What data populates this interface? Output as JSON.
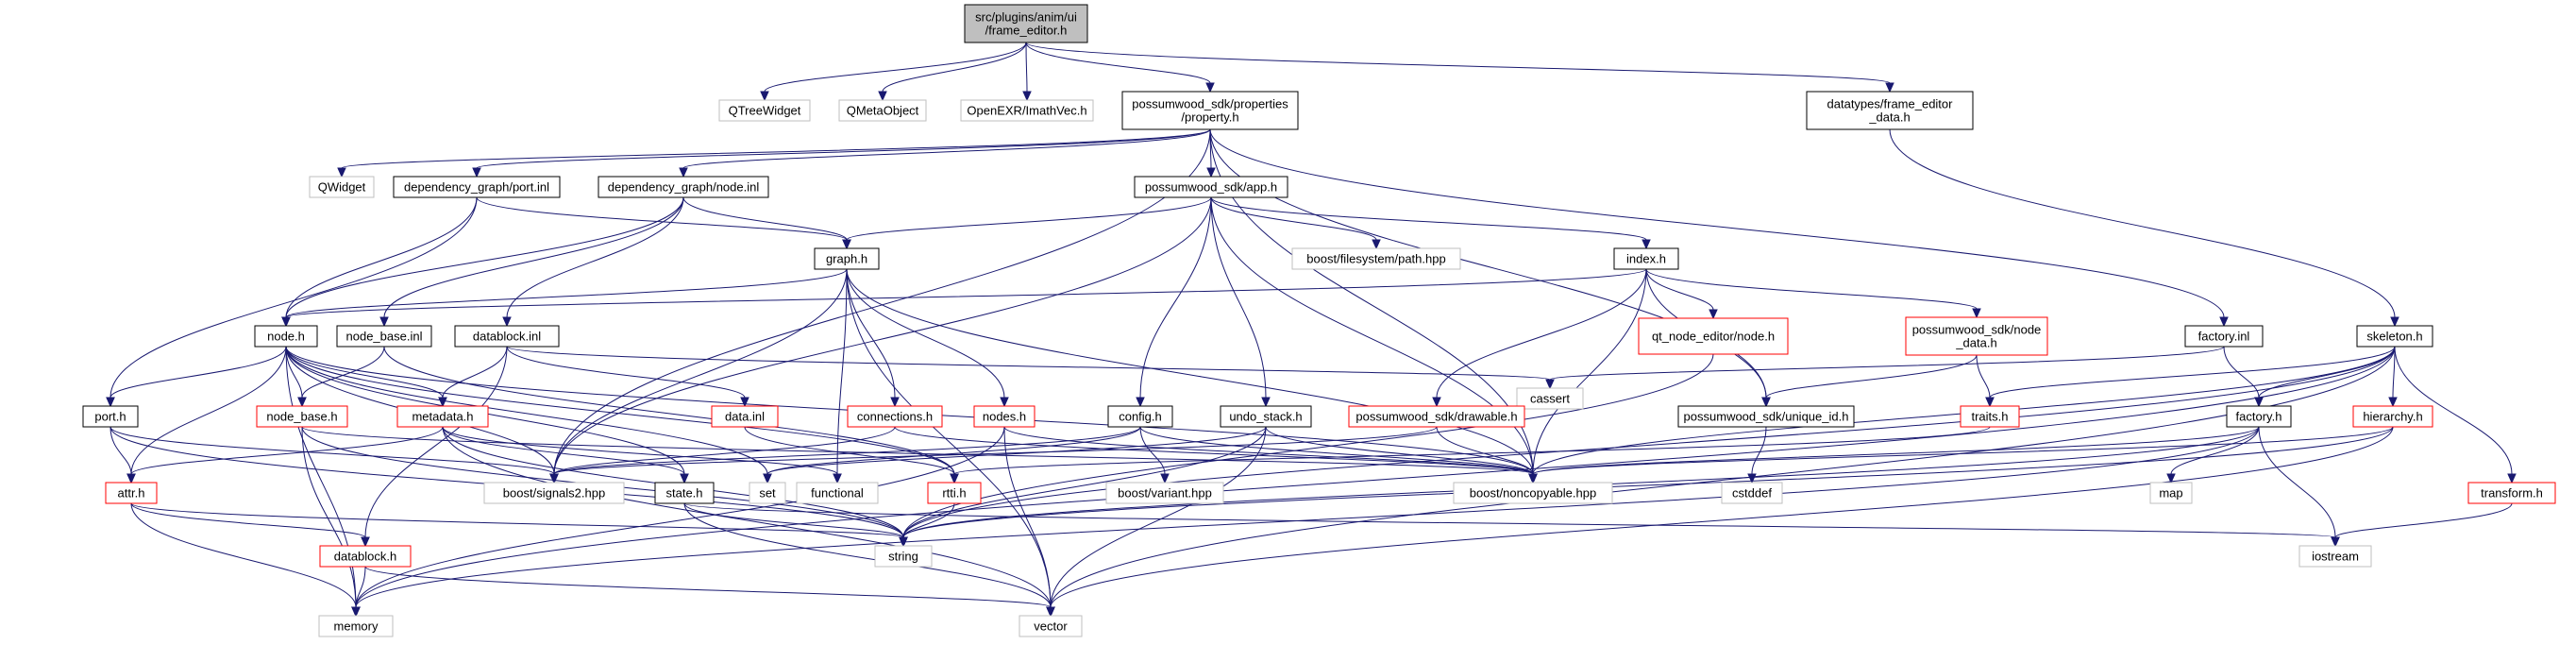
{
  "colors": {
    "background": "#ffffff",
    "edge": "#191970",
    "root_fill": "#bfbfbf",
    "node_fill": "#ffffff",
    "border_documented": "#000000",
    "border_incomplete": "#ff0000",
    "border_external": "#bfbfbf"
  },
  "nodes": [
    {
      "id": "frame_editor",
      "lines": [
        "src/plugins/anim/ui",
        "/frame_editor.h"
      ],
      "kind": "root"
    },
    {
      "id": "qtreewidget",
      "lines": [
        "QTreeWidget"
      ],
      "kind": "external"
    },
    {
      "id": "qmetaobject",
      "lines": [
        "QMetaObject"
      ],
      "kind": "external"
    },
    {
      "id": "imathvec",
      "lines": [
        "OpenEXR/ImathVec.h"
      ],
      "kind": "external"
    },
    {
      "id": "property_h",
      "lines": [
        "possumwood_sdk/properties",
        "/property.h"
      ],
      "kind": "documented"
    },
    {
      "id": "frame_editor_data",
      "lines": [
        "datatypes/frame_editor",
        "_data.h"
      ],
      "kind": "documented"
    },
    {
      "id": "qwidget",
      "lines": [
        "QWidget"
      ],
      "kind": "external"
    },
    {
      "id": "port_inl",
      "lines": [
        "dependency_graph/port.inl"
      ],
      "kind": "documented"
    },
    {
      "id": "node_inl",
      "lines": [
        "dependency_graph/node.inl"
      ],
      "kind": "documented"
    },
    {
      "id": "app_h",
      "lines": [
        "possumwood_sdk/app.h"
      ],
      "kind": "documented"
    },
    {
      "id": "graph_h",
      "lines": [
        "graph.h"
      ],
      "kind": "documented"
    },
    {
      "id": "fs_path",
      "lines": [
        "boost/filesystem/path.hpp"
      ],
      "kind": "external"
    },
    {
      "id": "index_h",
      "lines": [
        "index.h"
      ],
      "kind": "documented"
    },
    {
      "id": "node_h",
      "lines": [
        "node.h"
      ],
      "kind": "documented"
    },
    {
      "id": "node_base_inl",
      "lines": [
        "node_base.inl"
      ],
      "kind": "documented"
    },
    {
      "id": "datablock_inl",
      "lines": [
        "datablock.inl"
      ],
      "kind": "documented"
    },
    {
      "id": "qt_node_h",
      "lines": [
        "qt_node_editor/node.h"
      ],
      "kind": "incomplete"
    },
    {
      "id": "node_data_h",
      "lines": [
        "possumwood_sdk/node",
        "_data.h"
      ],
      "kind": "incomplete"
    },
    {
      "id": "factory_inl",
      "lines": [
        "factory.inl"
      ],
      "kind": "documented"
    },
    {
      "id": "skeleton_h",
      "lines": [
        "skeleton.h"
      ],
      "kind": "documented"
    },
    {
      "id": "cassert",
      "lines": [
        "cassert"
      ],
      "kind": "external"
    },
    {
      "id": "port_h",
      "lines": [
        "port.h"
      ],
      "kind": "documented"
    },
    {
      "id": "node_base_h",
      "lines": [
        "node_base.h"
      ],
      "kind": "incomplete"
    },
    {
      "id": "metadata_h",
      "lines": [
        "metadata.h"
      ],
      "kind": "incomplete"
    },
    {
      "id": "data_inl",
      "lines": [
        "data.inl"
      ],
      "kind": "incomplete"
    },
    {
      "id": "connections_h",
      "lines": [
        "connections.h"
      ],
      "kind": "incomplete"
    },
    {
      "id": "nodes_h",
      "lines": [
        "nodes.h"
      ],
      "kind": "incomplete"
    },
    {
      "id": "config_h",
      "lines": [
        "config.h"
      ],
      "kind": "documented"
    },
    {
      "id": "undo_stack_h",
      "lines": [
        "undo_stack.h"
      ],
      "kind": "documented"
    },
    {
      "id": "drawable_h",
      "lines": [
        "possumwood_sdk/drawable.h"
      ],
      "kind": "incomplete"
    },
    {
      "id": "unique_id_h",
      "lines": [
        "possumwood_sdk/unique_id.h"
      ],
      "kind": "documented"
    },
    {
      "id": "traits_h",
      "lines": [
        "traits.h"
      ],
      "kind": "incomplete"
    },
    {
      "id": "factory_h",
      "lines": [
        "factory.h"
      ],
      "kind": "documented"
    },
    {
      "id": "hierarchy_h",
      "lines": [
        "hierarchy.h"
      ],
      "kind": "incomplete"
    },
    {
      "id": "attr_h",
      "lines": [
        "attr.h"
      ],
      "kind": "incomplete"
    },
    {
      "id": "signals2",
      "lines": [
        "boost/signals2.hpp"
      ],
      "kind": "external"
    },
    {
      "id": "state_h",
      "lines": [
        "state.h"
      ],
      "kind": "documented"
    },
    {
      "id": "set",
      "lines": [
        "set"
      ],
      "kind": "external"
    },
    {
      "id": "functional",
      "lines": [
        "functional"
      ],
      "kind": "external"
    },
    {
      "id": "rtti_h",
      "lines": [
        "rtti.h"
      ],
      "kind": "incomplete"
    },
    {
      "id": "variant",
      "lines": [
        "boost/variant.hpp"
      ],
      "kind": "external"
    },
    {
      "id": "noncopyable",
      "lines": [
        "boost/noncopyable.hpp"
      ],
      "kind": "external"
    },
    {
      "id": "cstddef",
      "lines": [
        "cstddef"
      ],
      "kind": "external"
    },
    {
      "id": "map",
      "lines": [
        "map"
      ],
      "kind": "external"
    },
    {
      "id": "transform_h",
      "lines": [
        "transform.h"
      ],
      "kind": "incomplete"
    },
    {
      "id": "datablock_h",
      "lines": [
        "datablock.h"
      ],
      "kind": "incomplete"
    },
    {
      "id": "string",
      "lines": [
        "string"
      ],
      "kind": "external"
    },
    {
      "id": "iostream",
      "lines": [
        "iostream"
      ],
      "kind": "external"
    },
    {
      "id": "memory",
      "lines": [
        "memory"
      ],
      "kind": "external"
    },
    {
      "id": "vector",
      "lines": [
        "vector"
      ],
      "kind": "external"
    }
  ],
  "edges": [
    [
      "frame_editor",
      "qtreewidget"
    ],
    [
      "frame_editor",
      "qmetaobject"
    ],
    [
      "frame_editor",
      "imathvec"
    ],
    [
      "frame_editor",
      "property_h"
    ],
    [
      "frame_editor",
      "frame_editor_data"
    ],
    [
      "property_h",
      "qwidget"
    ],
    [
      "property_h",
      "port_inl"
    ],
    [
      "property_h",
      "node_inl"
    ],
    [
      "property_h",
      "app_h"
    ],
    [
      "property_h",
      "factory_inl"
    ],
    [
      "property_h",
      "signals2"
    ],
    [
      "property_h",
      "unique_id_h"
    ],
    [
      "property_h",
      "noncopyable"
    ],
    [
      "frame_editor_data",
      "skeleton_h"
    ],
    [
      "port_inl",
      "graph_h"
    ],
    [
      "port_inl",
      "node_h"
    ],
    [
      "port_inl",
      "port_h"
    ],
    [
      "node_inl",
      "graph_h"
    ],
    [
      "node_inl",
      "node_h"
    ],
    [
      "node_inl",
      "node_base_inl"
    ],
    [
      "node_inl",
      "datablock_inl"
    ],
    [
      "app_h",
      "graph_h"
    ],
    [
      "app_h",
      "fs_path"
    ],
    [
      "app_h",
      "index_h"
    ],
    [
      "app_h",
      "config_h"
    ],
    [
      "app_h",
      "undo_stack_h"
    ],
    [
      "app_h",
      "signals2"
    ],
    [
      "app_h",
      "noncopyable"
    ],
    [
      "graph_h",
      "node_h"
    ],
    [
      "graph_h",
      "connections_h"
    ],
    [
      "graph_h",
      "nodes_h"
    ],
    [
      "graph_h",
      "signals2"
    ],
    [
      "graph_h",
      "functional"
    ],
    [
      "graph_h",
      "noncopyable"
    ],
    [
      "graph_h",
      "vector"
    ],
    [
      "index_h",
      "node_h"
    ],
    [
      "index_h",
      "qt_node_h"
    ],
    [
      "index_h",
      "node_data_h"
    ],
    [
      "index_h",
      "drawable_h"
    ],
    [
      "index_h",
      "unique_id_h"
    ],
    [
      "index_h",
      "noncopyable"
    ],
    [
      "node_h",
      "port_h"
    ],
    [
      "node_h",
      "node_base_h"
    ],
    [
      "node_h",
      "metadata_h"
    ],
    [
      "node_h",
      "attr_h"
    ],
    [
      "node_h",
      "signals2"
    ],
    [
      "node_h",
      "state_h"
    ],
    [
      "node_h",
      "set"
    ],
    [
      "node_h",
      "rtti_h"
    ],
    [
      "node_h",
      "noncopyable"
    ],
    [
      "node_h",
      "memory"
    ],
    [
      "node_base_inl",
      "node_base_h"
    ],
    [
      "node_base_inl",
      "rtti_h"
    ],
    [
      "datablock_inl",
      "metadata_h"
    ],
    [
      "datablock_inl",
      "data_inl"
    ],
    [
      "datablock_inl",
      "datablock_h"
    ],
    [
      "datablock_inl",
      "cassert"
    ],
    [
      "qt_node_h",
      "string"
    ],
    [
      "node_data_h",
      "unique_id_h"
    ],
    [
      "node_data_h",
      "traits_h"
    ],
    [
      "factory_inl",
      "factory_h"
    ],
    [
      "factory_inl",
      "cassert"
    ],
    [
      "skeleton_h",
      "factory_h"
    ],
    [
      "skeleton_h",
      "hierarchy_h"
    ],
    [
      "skeleton_h",
      "transform_h"
    ],
    [
      "skeleton_h",
      "traits_h"
    ],
    [
      "skeleton_h",
      "noncopyable"
    ],
    [
      "skeleton_h",
      "string"
    ],
    [
      "skeleton_h",
      "memory"
    ],
    [
      "skeleton_h",
      "vector"
    ],
    [
      "port_h",
      "attr_h"
    ],
    [
      "port_h",
      "signals2"
    ],
    [
      "port_h",
      "string"
    ],
    [
      "node_base_h",
      "noncopyable"
    ],
    [
      "node_base_h",
      "string"
    ],
    [
      "node_base_h",
      "memory"
    ],
    [
      "metadata_h",
      "attr_h"
    ],
    [
      "metadata_h",
      "state_h"
    ],
    [
      "metadata_h",
      "functional"
    ],
    [
      "metadata_h",
      "string"
    ],
    [
      "metadata_h",
      "vector"
    ],
    [
      "data_inl",
      "rtti_h"
    ],
    [
      "connections_h",
      "signals2"
    ],
    [
      "connections_h",
      "noncopyable"
    ],
    [
      "nodes_h",
      "noncopyable"
    ],
    [
      "nodes_h",
      "memory"
    ],
    [
      "nodes_h",
      "vector"
    ],
    [
      "config_h",
      "set"
    ],
    [
      "config_h",
      "signals2"
    ],
    [
      "config_h",
      "variant"
    ],
    [
      "config_h",
      "noncopyable"
    ],
    [
      "undo_stack_h",
      "set"
    ],
    [
      "undo_stack_h",
      "noncopyable"
    ],
    [
      "undo_stack_h",
      "string"
    ],
    [
      "undo_stack_h",
      "vector"
    ],
    [
      "drawable_h",
      "signals2"
    ],
    [
      "drawable_h",
      "noncopyable"
    ],
    [
      "unique_id_h",
      "cstddef"
    ],
    [
      "traits_h",
      "rtti_h"
    ],
    [
      "factory_h",
      "noncopyable"
    ],
    [
      "factory_h",
      "map"
    ],
    [
      "factory_h",
      "string"
    ],
    [
      "factory_h",
      "iostream"
    ],
    [
      "factory_h",
      "memory"
    ],
    [
      "hierarchy_h",
      "noncopyable"
    ],
    [
      "hierarchy_h",
      "string"
    ],
    [
      "hierarchy_h",
      "vector"
    ],
    [
      "transform_h",
      "iostream"
    ],
    [
      "attr_h",
      "datablock_h"
    ],
    [
      "attr_h",
      "string"
    ],
    [
      "attr_h",
      "memory"
    ],
    [
      "state_h",
      "string"
    ],
    [
      "state_h",
      "iostream"
    ],
    [
      "state_h",
      "vector"
    ],
    [
      "rtti_h",
      "string"
    ],
    [
      "datablock_h",
      "memory"
    ],
    [
      "datablock_h",
      "vector"
    ]
  ]
}
